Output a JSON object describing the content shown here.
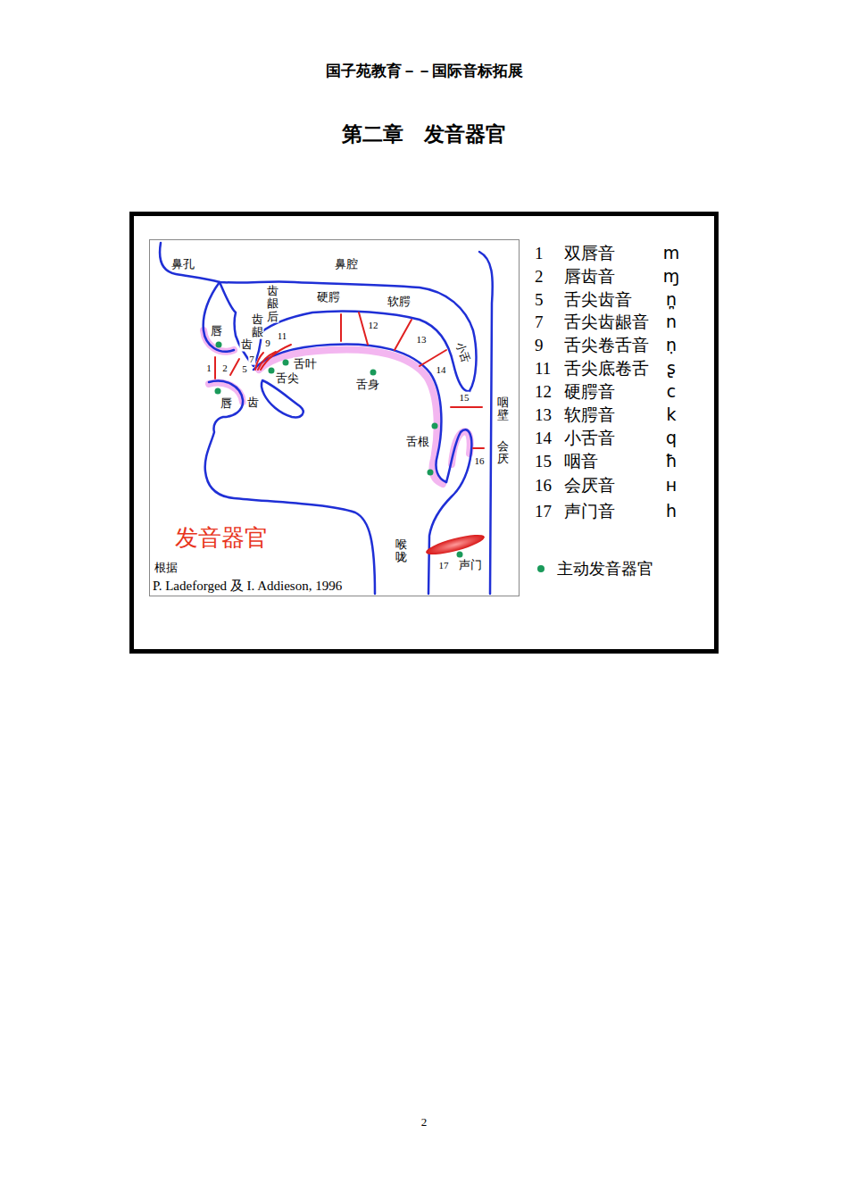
{
  "diagram": {
    "title": "第二章　发音器官",
    "labels": [
      "国子苑教育－－国际音标拓展",
      "鼻孔",
      "鼻腔",
      "齿龈后",
      "硬腭",
      "软腭",
      "唇",
      "齿龈",
      "齿",
      "9",
      "11",
      "12",
      "13",
      "7",
      "1",
      "2",
      "5",
      "舌叶",
      "舌尖",
      "舌身",
      "14",
      "小舌",
      "唇",
      "齿",
      "15",
      "咽壁",
      "舌根",
      "会厌",
      "16",
      "发音器官",
      "根据",
      "P. Ladeforged 及 I. Addieson, 1996",
      "喉咙",
      "17",
      "声门",
      "1",
      "双唇音",
      "m",
      "2",
      "唇齿音",
      "ɱ",
      "5",
      "舌尖齿音",
      "n̪",
      "7",
      "舌尖齿龈音",
      "n",
      "9",
      "舌尖卷舌音",
      "ṇ",
      "11",
      "舌尖底卷舌",
      "ʂ",
      "12",
      "硬腭音",
      "c",
      "13",
      "软腭音",
      "k",
      "14",
      "小舌音",
      "q",
      "15",
      "咽音",
      "ħ",
      "16",
      "会厌音",
      "ʜ",
      "17",
      "声门音",
      "h",
      "2"
    ],
    "legend": [
      {
        "text": "主动发音器官",
        "color": "#1a9a5a"
      }
    ]
  }
}
